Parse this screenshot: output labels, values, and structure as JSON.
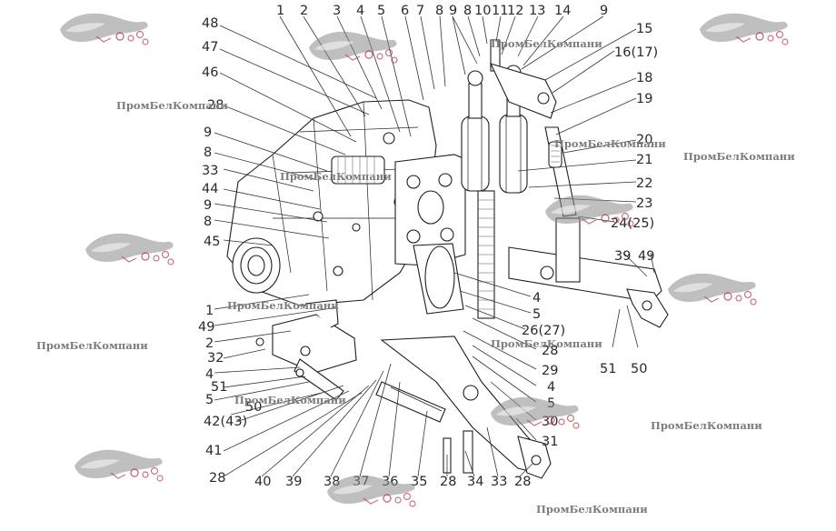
{
  "watermark": {
    "text": "ПромБелКомпани",
    "logo_icon": "panther-logo-icon",
    "logo_color": "#b23a48",
    "text_color": "#7d7d7d"
  },
  "labels": {
    "top": [
      "1",
      "2",
      "3",
      "4",
      "5",
      "6",
      "7",
      "8",
      "9",
      "8",
      "10",
      "11",
      "12",
      "13",
      "14",
      "9"
    ],
    "right": [
      "15",
      "16(17)",
      "18",
      "19",
      "20",
      "21",
      "22",
      "23",
      "24(25)",
      "39",
      "49",
      "50",
      "51"
    ],
    "left": [
      "48",
      "47",
      "46",
      "28",
      "9",
      "8",
      "33",
      "44",
      "9",
      "8",
      "45",
      "1",
      "49",
      "2",
      "32",
      "4",
      "51",
      "5",
      "50",
      "42(43)",
      "41",
      "28"
    ],
    "middle": [
      "4",
      "5",
      "26(27)",
      "28",
      "29",
      "4",
      "5",
      "30",
      "31"
    ],
    "bottom": [
      "40",
      "39",
      "38",
      "37",
      "36",
      "35",
      "28",
      "34",
      "33",
      "28"
    ]
  }
}
